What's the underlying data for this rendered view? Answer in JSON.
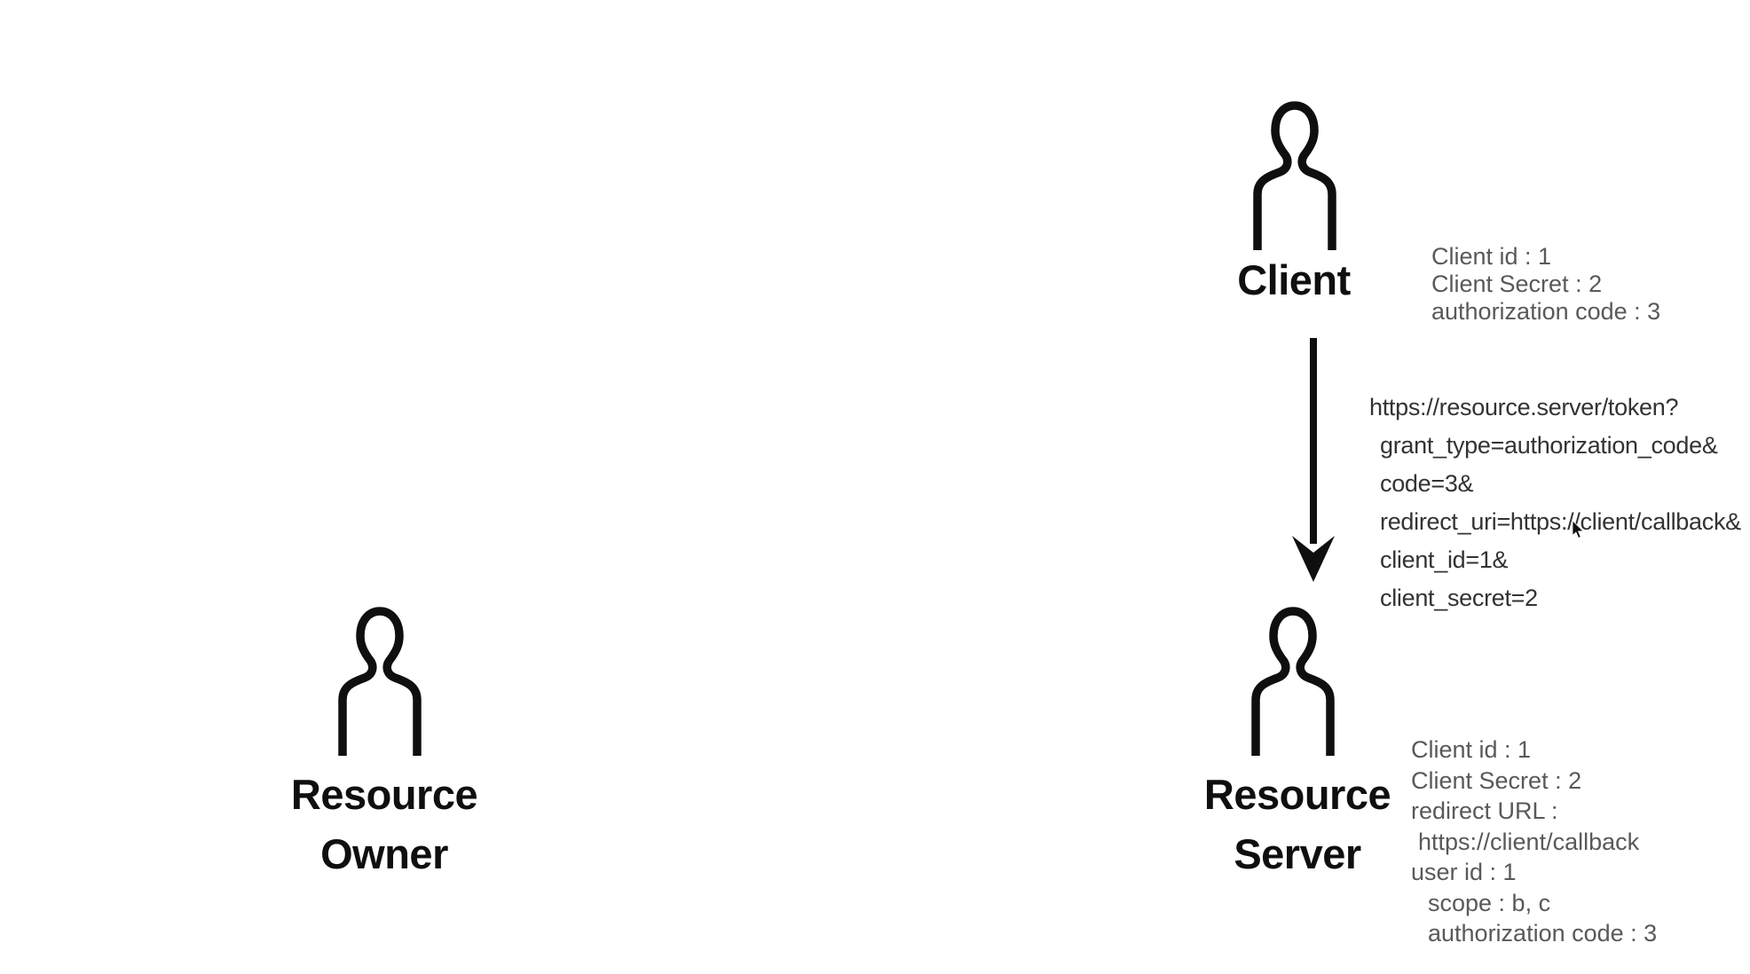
{
  "actors": {
    "client": {
      "label": "Client"
    },
    "resource_owner": {
      "label_line1": "Resource",
      "label_line2": "Owner"
    },
    "resource_server": {
      "label_line1": "Resource",
      "label_line2": "Server"
    }
  },
  "client_info": {
    "lines": [
      "Client id : 1",
      "Client Secret : 2",
      "authorization code : 3"
    ]
  },
  "token_request": {
    "lines": [
      "https://resource.server/token?",
      "grant_type=authorization_code&",
      "code=3&",
      "redirect_uri=https://client/callback&",
      "client_id=1&",
      "client_secret=2"
    ]
  },
  "server_info": {
    "lines": [
      "Client id : 1",
      "Client Secret : 2",
      "redirect URL :",
      "https://client/callback",
      "user id : 1",
      "scope : b, c",
      "authorization code : 3"
    ]
  },
  "colors": {
    "ink": "#0f0f0f",
    "muted_text": "#59595b",
    "request_text": "#333333",
    "background": "#ffffff"
  }
}
